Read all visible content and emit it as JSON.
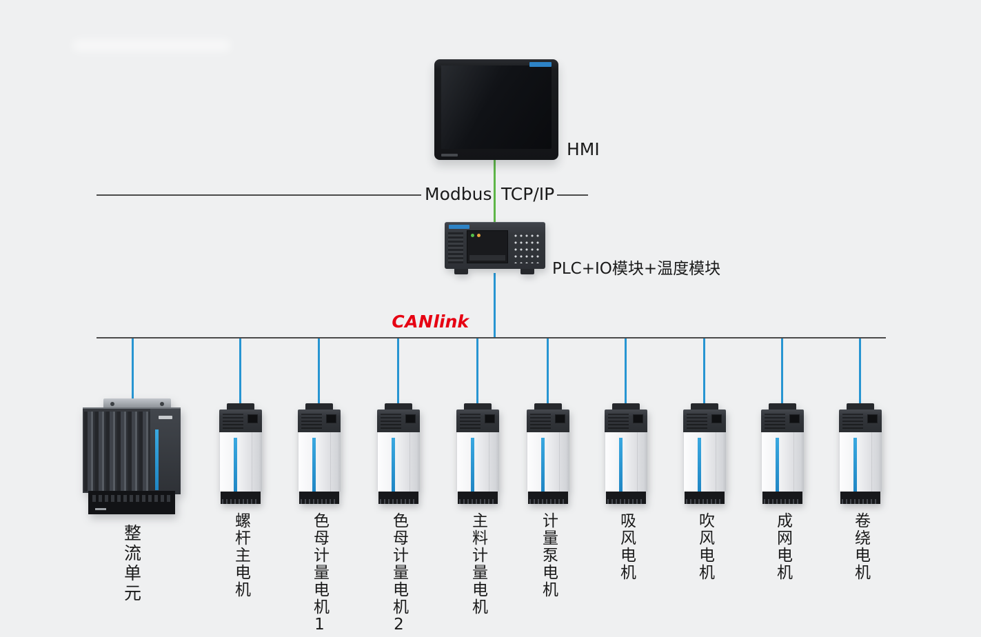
{
  "colors": {
    "bg": "#eff0f1",
    "line": "#4a4a4a",
    "green": "#5eb648",
    "blue": "#2795d2",
    "red": "#e60012",
    "text": "#1a1a1a"
  },
  "hmi": {
    "label": "HMI"
  },
  "modbus": {
    "left": "Modbus",
    "right": "TCP/IP"
  },
  "plc": {
    "label": "PLC+IO模块+温度模块"
  },
  "canlink": {
    "can": "CAN",
    "link": "link"
  },
  "devices": [
    {
      "type": "rectifier",
      "label": "整流单元"
    },
    {
      "type": "drive",
      "label": "螺杆主电机"
    },
    {
      "type": "drive",
      "label": "色母计量电机1"
    },
    {
      "type": "drive",
      "label": "色母计量电机2"
    },
    {
      "type": "drive",
      "label": "主料计量电机"
    },
    {
      "type": "drive",
      "label": "计量泵电机"
    },
    {
      "type": "drive",
      "label": "吸风电机"
    },
    {
      "type": "drive",
      "label": "吹风电机"
    },
    {
      "type": "drive",
      "label": "成网电机"
    },
    {
      "type": "drive",
      "label": "卷绕电机"
    }
  ]
}
